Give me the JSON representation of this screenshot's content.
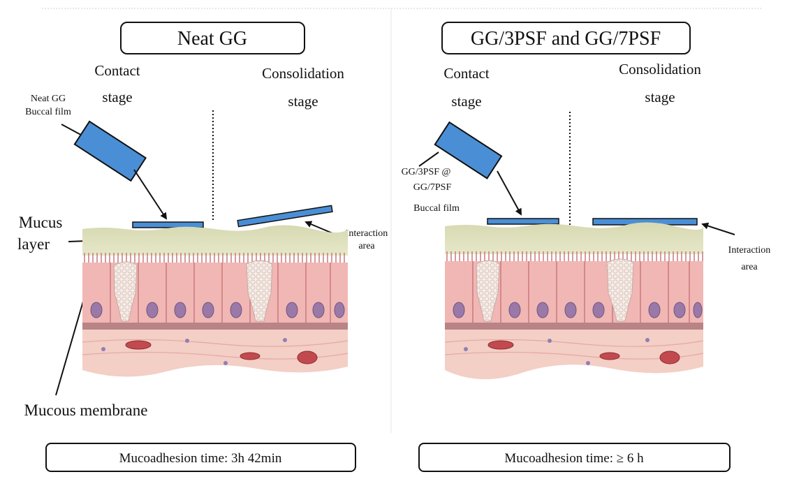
{
  "left_panel": {
    "title": "Neat GG",
    "contact_stage": [
      "Contact",
      "stage"
    ],
    "consolidation_stage": [
      "Consolidation",
      "stage"
    ],
    "film_label": [
      "Neat GG",
      "Buccal film"
    ],
    "mucus_label": [
      "Mucus",
      "layer"
    ],
    "interaction_label": [
      "Interaction",
      "area"
    ],
    "membrane_label": "Mucous membrane",
    "time_box": "Mucoadhesion time: 3h 42min"
  },
  "right_panel": {
    "title": "GG/3PSF and GG/7PSF",
    "contact_stage": [
      "Contact",
      "stage"
    ],
    "consolidation_stage": [
      "Consolidation",
      "stage"
    ],
    "film_label": [
      "GG/3PSF @",
      "GG/7PSF",
      "Buccal film"
    ],
    "interaction_label": [
      "Interaction",
      "area"
    ],
    "time_box": "Mucoadhesion time: ≥ 6 h"
  },
  "colors": {
    "film": "#4a8fd6",
    "mucus": "#dfe0bd",
    "cell": "#f1b7b4",
    "tissue": "#f3cfc6",
    "nucleus": "#9a79a8"
  }
}
